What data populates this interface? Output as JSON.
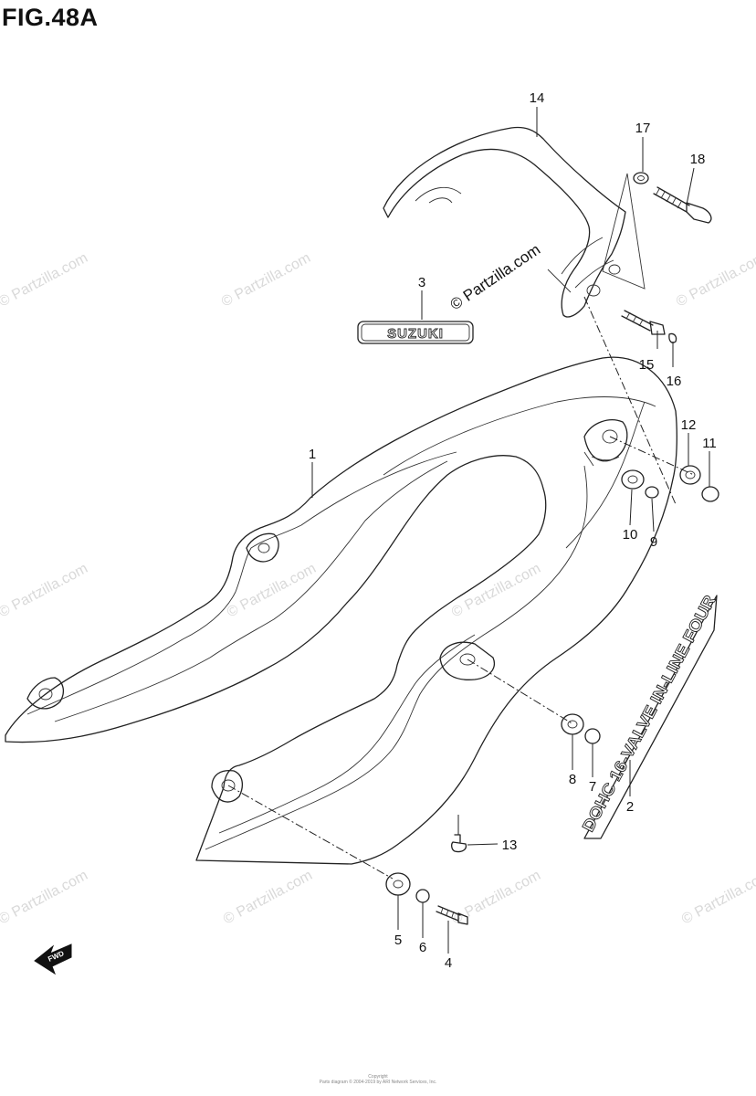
{
  "figure": {
    "title": "FIG.48A"
  },
  "callouts": [
    "1",
    "2",
    "3",
    "4",
    "5",
    "6",
    "7",
    "8",
    "9",
    "10",
    "11",
    "12",
    "13",
    "14",
    "15",
    "16",
    "17",
    "18"
  ],
  "watermark": {
    "text": "© Partzilla.com"
  },
  "decals": {
    "brand": "SUZUKI",
    "side": "DOHC 16-VALVE IN-LINE FOUR"
  },
  "fwd_label": "FWD",
  "footer": {
    "line1": "Copyright",
    "line2": "Parts diagram © 2004-2019 by ARI Network Services, Inc."
  }
}
